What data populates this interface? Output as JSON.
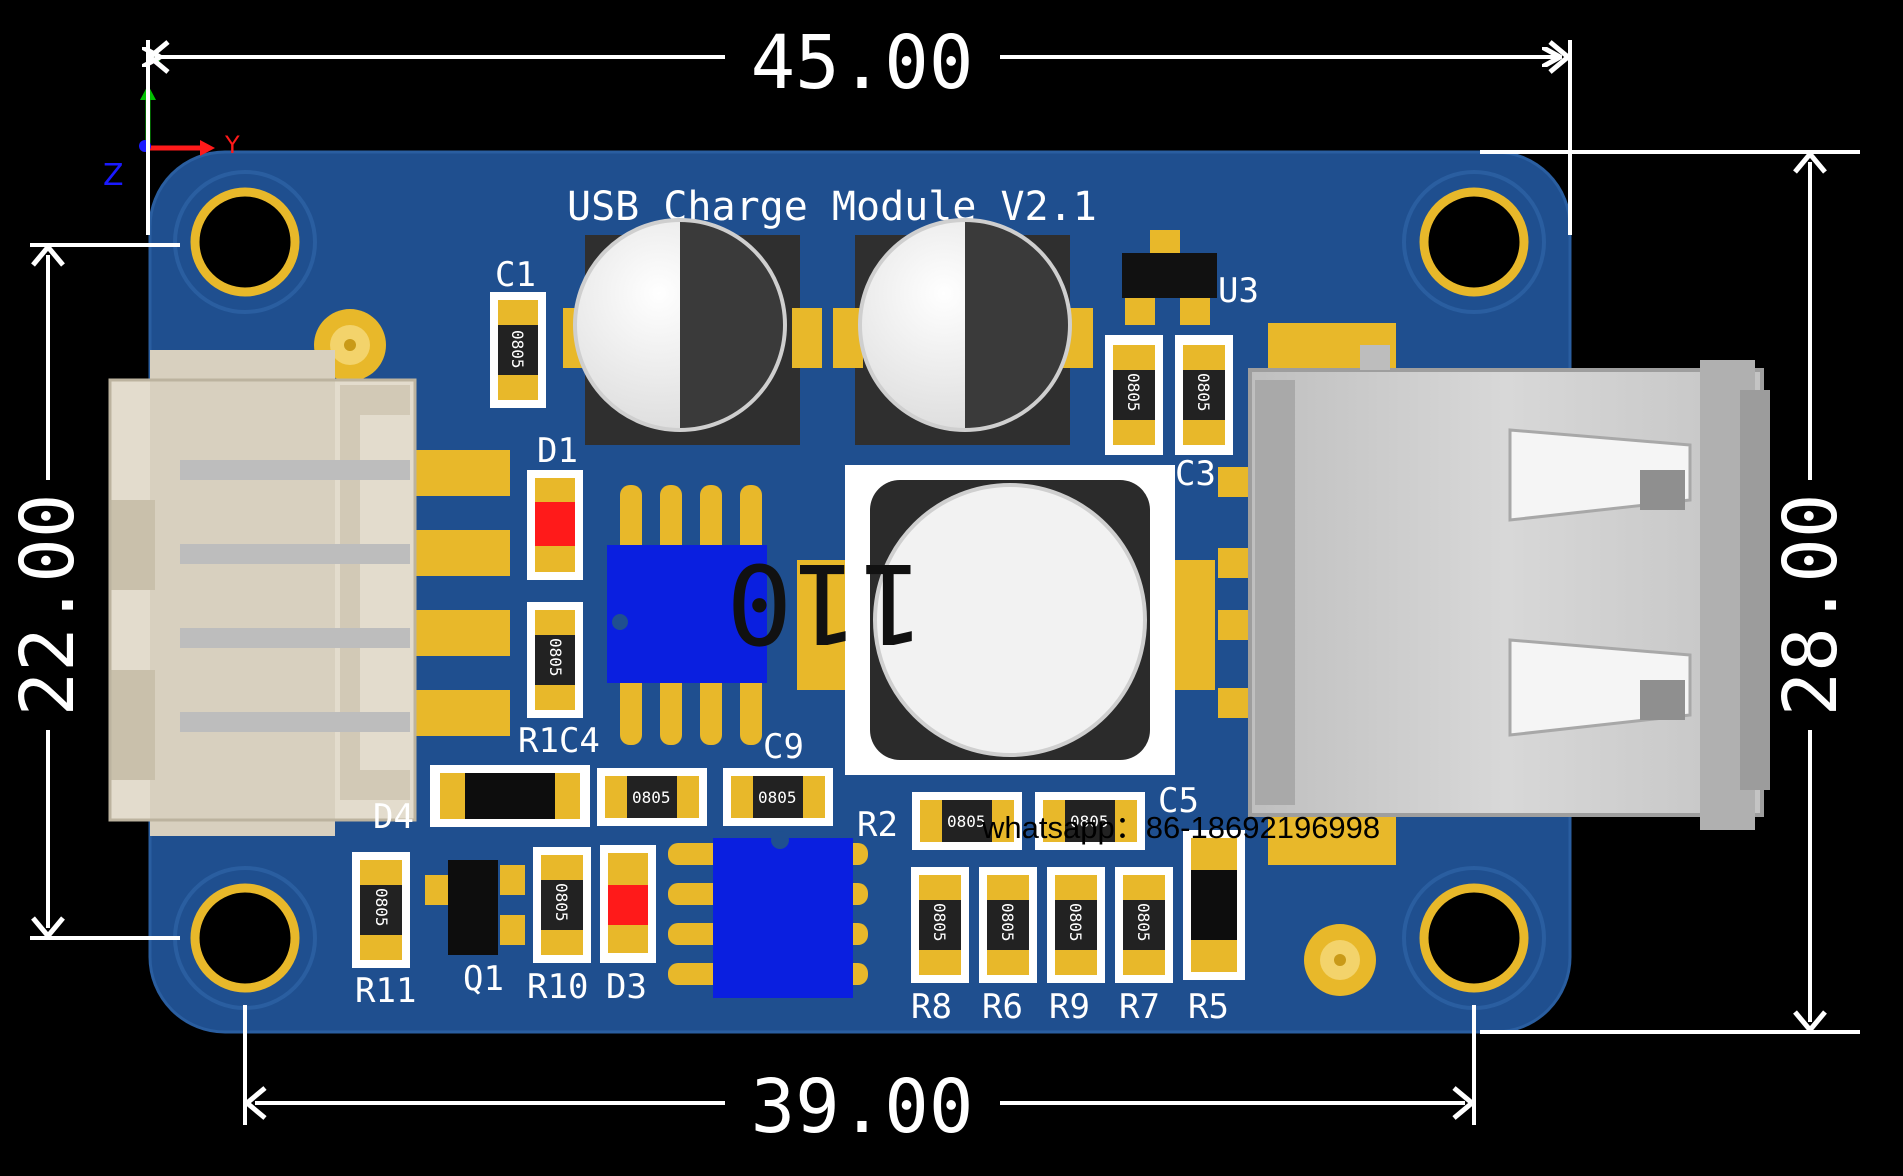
{
  "board": {
    "title": "USB Charge Module V2.1",
    "board_color": "#1f4f8f",
    "pad_color": "#e8b82a"
  },
  "dimensions": {
    "top_width": "45.00",
    "bottom_width": "39.00",
    "left_height": "22.00",
    "right_height": "28.00"
  },
  "axes": {
    "y_label": "Y",
    "z_label": "Z"
  },
  "package_label": "0805",
  "inductor_label": "110",
  "designators": {
    "c1": "C1",
    "d1": "D1",
    "u3": "U3",
    "c3": "C3",
    "r1c4": "R1C4",
    "c9": "C9",
    "d4": "D4",
    "r2": "R2",
    "c5": "C5",
    "r11": "R11",
    "q1": "Q1",
    "r10": "R10",
    "d3": "D3",
    "r8": "R8",
    "r6": "R6",
    "r9": "R9",
    "r7": "R7",
    "r5": "R5"
  },
  "watermark": "whatsapp：86-18692196998"
}
